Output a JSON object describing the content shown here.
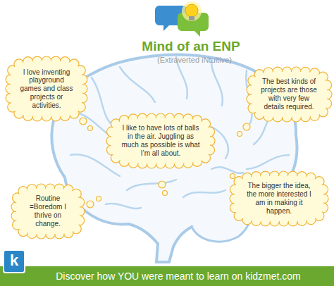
{
  "diagram": {
    "title": "Mind of an ENP",
    "nodes": [
      {
        "text": [
          "I love inventing playground games and class projects or activities."
        ]
      },
      {
        "text": [
          "The best kinds of projects are those with very few details required."
        ]
      },
      {
        "text": [
          "I like to have lots of balls in the air. Juggling as much as possible is what I’m all about."
        ]
      },
      {
        "text": [
          "The bigger the idea, the more interested I am in making it happen."
        ]
      },
      {
        "text": [
          "Routine =Boredom I thrive on change."
        ]
      },
      {
        "text": [
          "Discover how YOU were meant to learn on kidzmet.com"
        ]
      }
    ],
    "labels": [
      "(Extraverted iNtuitive)",
      "k"
    ]
  }
}
